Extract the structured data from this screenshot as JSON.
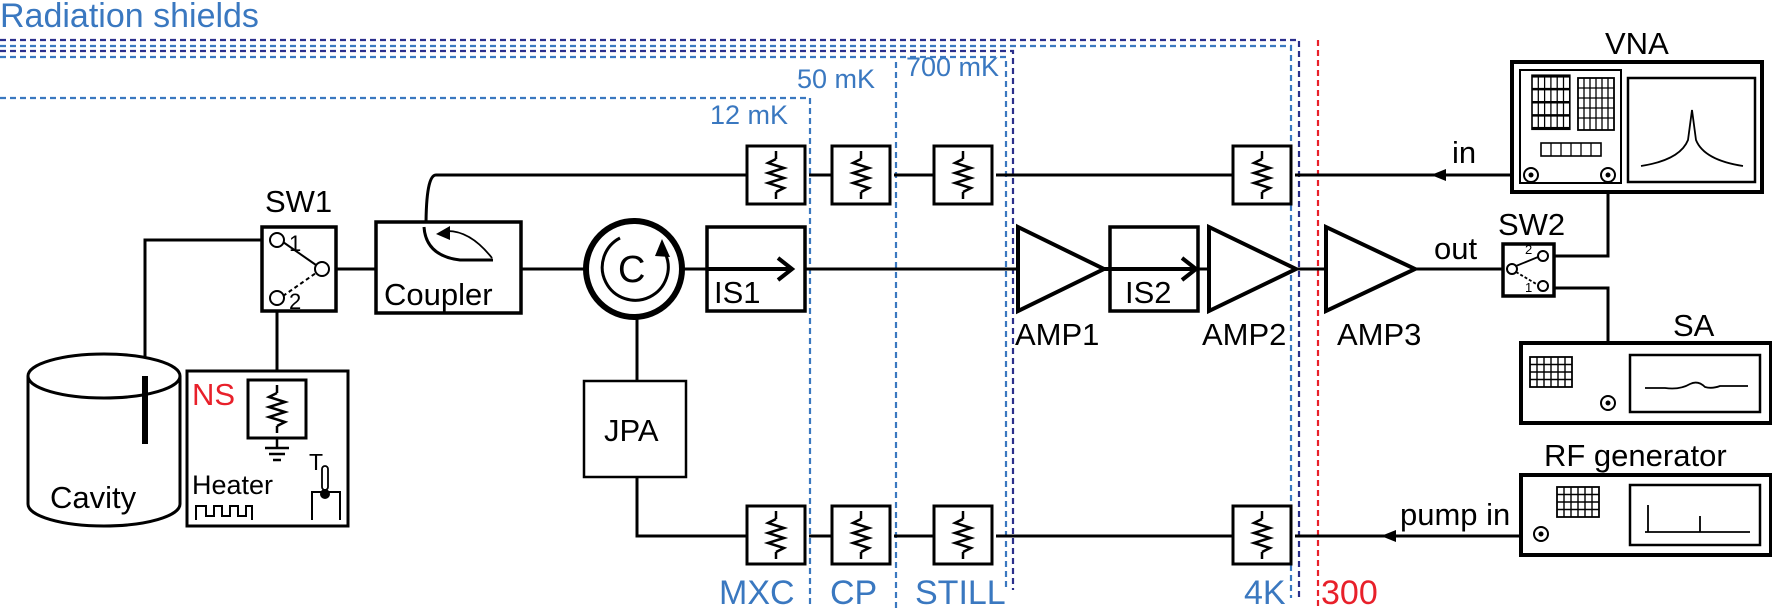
{
  "title": "Radiation shields",
  "stages": {
    "t_12mk": "12 mK",
    "t_50mk": "50 mK",
    "t_700mk": "700 mK",
    "mxc": "MXC",
    "cp": "CP",
    "still": "STILL",
    "k4": "4K",
    "k300": "300"
  },
  "components": {
    "sw1": "SW1",
    "sw1_port1": "1",
    "sw1_port2": "2",
    "coupler": "Coupler",
    "circulator": "C",
    "is1": "IS1",
    "is2": "IS2",
    "amp1": "AMP1",
    "amp2": "AMP2",
    "amp3": "AMP3",
    "jpa": "JPA",
    "sw2": "SW2",
    "sw2_port1": "1",
    "sw2_port2": "2",
    "cavity": "Cavity",
    "ns": "NS",
    "heater": "Heater",
    "thermometer": "T",
    "vna": "VNA",
    "sa": "SA",
    "rf_generator": "RF generator"
  },
  "signals": {
    "in": "in",
    "out": "out",
    "pump_in": "pump in"
  },
  "colors": {
    "shield_blue": "#3a78c0",
    "shield_navy": "#2b2f8c",
    "room_temp_red": "#e8202a"
  }
}
